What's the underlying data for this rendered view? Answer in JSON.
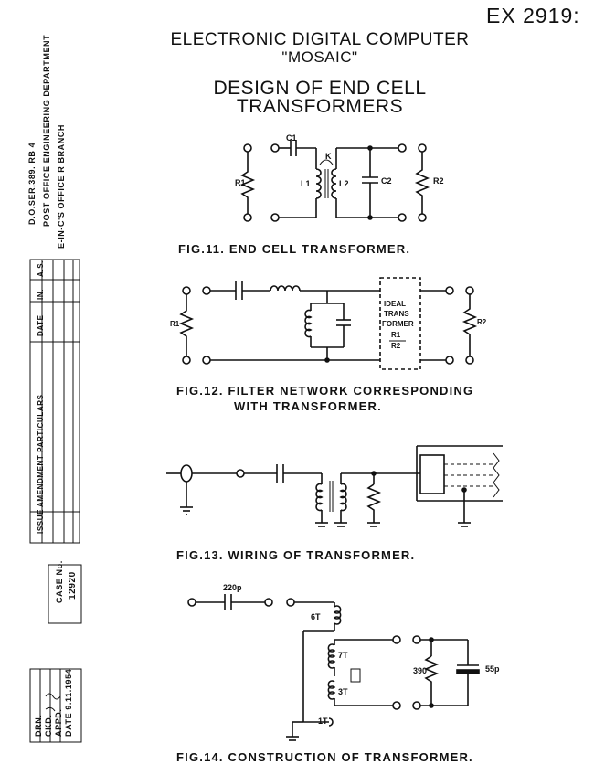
{
  "header": {
    "reference": "EX 2919:",
    "title_line1": "ELECTRONIC DIGITAL COMPUTER",
    "title_line2": "\"MOSAIC\"",
    "subtitle_line1": "DESIGN OF END CELL",
    "subtitle_line2": "TRANSFORMERS"
  },
  "side_block": {
    "doc_ref": "D.O.SER.389.  RB 4",
    "department": "POST OFFICE ENGINEERING DEPARTMENT",
    "office": "E-IN-C'S OFFICE  R  BRANCH",
    "amendment_columns": [
      "ISSUE",
      "AMENDMENT PARTICULARS",
      "DATE",
      "IN.",
      "A.S."
    ],
    "case_label": "CASE No.",
    "case_number": "12920",
    "drawn": "DRN.",
    "checked": "CKD.",
    "approved": "APPD.",
    "date": "DATE 9.11.1954"
  },
  "figures": {
    "fig11": {
      "caption": "FIG.11. END CELL TRANSFORMER.",
      "labels": {
        "c1": "C1",
        "k": "K",
        "r1": "R1",
        "l1": "L1",
        "l2": "L2",
        "c2": "C2",
        "r2": "R2"
      }
    },
    "fig12": {
      "caption_line1": "FIG.12. FILTER NETWORK CORRESPONDING",
      "caption_line2": "WITH TRANSFORMER.",
      "labels": {
        "r1": "R1",
        "r2": "R2",
        "ideal1": "IDEAL",
        "ideal2": "TRANS",
        "ideal3": "FORMER",
        "ratio_top": "R1",
        "ratio_bottom": "R2"
      }
    },
    "fig13": {
      "caption": "FIG.13. WIRING OF TRANSFORMER."
    },
    "fig14": {
      "caption": "FIG.14. CONSTRUCTION OF TRANSFORMER.",
      "labels": {
        "cap": "220p",
        "t6": "6T",
        "t7": "7T",
        "t3": "3T",
        "t1": "1T",
        "r": "390",
        "c": "55p"
      }
    }
  }
}
